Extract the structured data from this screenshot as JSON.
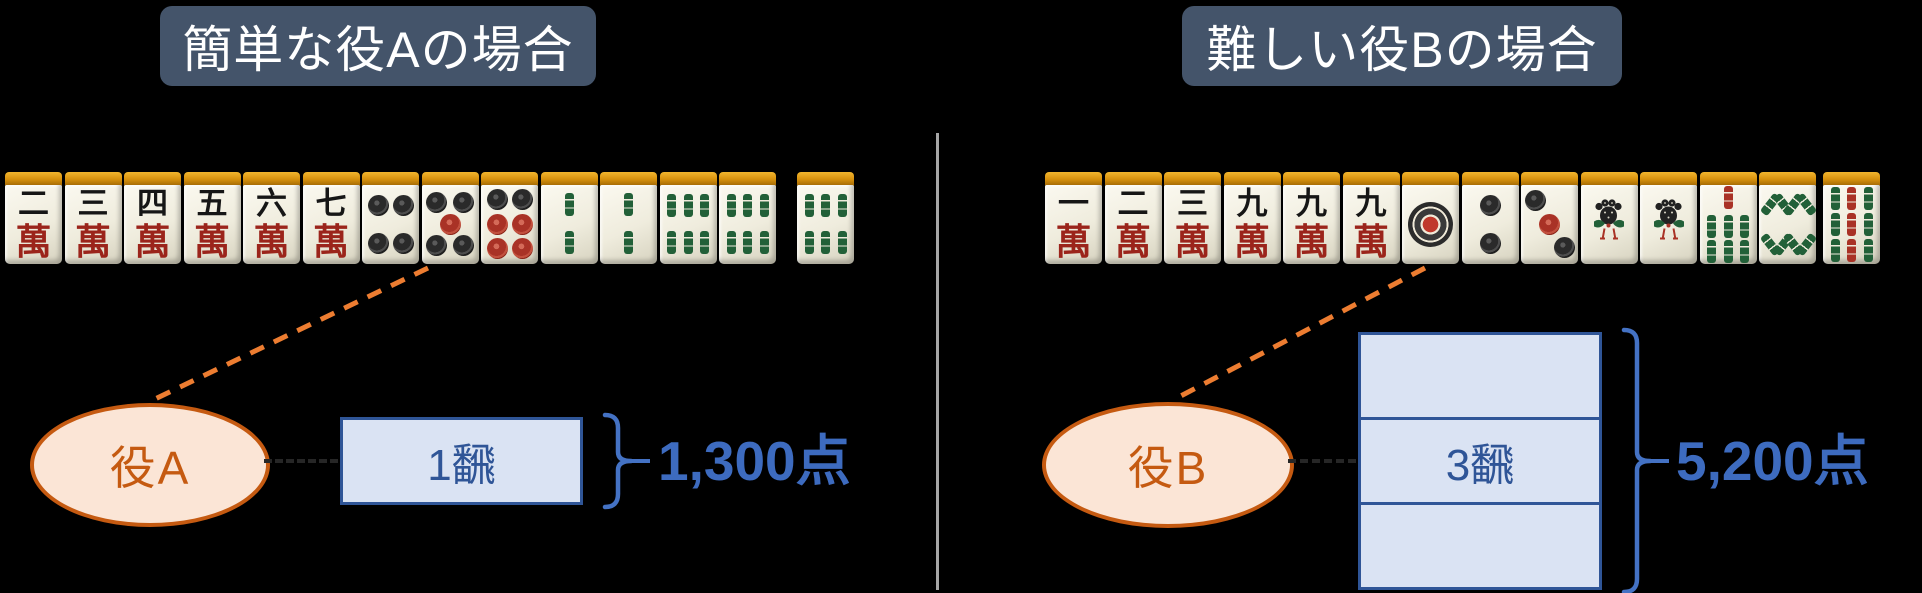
{
  "panels": [
    {
      "header": "簡単な役Aの場合",
      "yaku_label": "役A",
      "han_label": "1飜",
      "han_count": 1,
      "score": "1,300点",
      "hand_tiles": [
        "2m",
        "3m",
        "4m",
        "5m",
        "6m",
        "7m",
        "4p",
        "5p",
        "6p",
        "2s",
        "2s",
        "6s",
        "6s"
      ],
      "winning_tile": "6s"
    },
    {
      "header": "難しい役Bの場合",
      "yaku_label": "役B",
      "han_label": "3飜",
      "han_count": 3,
      "score": "5,200点",
      "hand_tiles": [
        "1m",
        "2m",
        "3m",
        "9m",
        "9m",
        "9m",
        "1p",
        "2p",
        "3p",
        "1s",
        "1s",
        "7s",
        "8s"
      ],
      "winning_tile": "9s"
    }
  ],
  "tile_glyphs": {
    "man_numerals": {
      "1": "一",
      "2": "二",
      "3": "三",
      "4": "四",
      "5": "五",
      "6": "六",
      "7": "七",
      "9": "九"
    },
    "man_suffix": "萬"
  },
  "colors": {
    "background": "#000000",
    "header_bg": "#44546A",
    "header_text": "#FFFFFF",
    "divider_gray": "#A6A6A6",
    "pointer_orange": "#ED7D31",
    "ellipse_fill": "#FBE5D6",
    "ellipse_border": "#C55A11",
    "ellipse_text": "#C55A11",
    "box_fill": "#DAE3F3",
    "box_border": "#2F5597",
    "box_text": "#2F5597",
    "brace_blue": "#4472C4",
    "score_text": "#3D6BBF",
    "tile_green": "#226038",
    "tile_red": "#A93226",
    "man_red": "#9B241B"
  }
}
